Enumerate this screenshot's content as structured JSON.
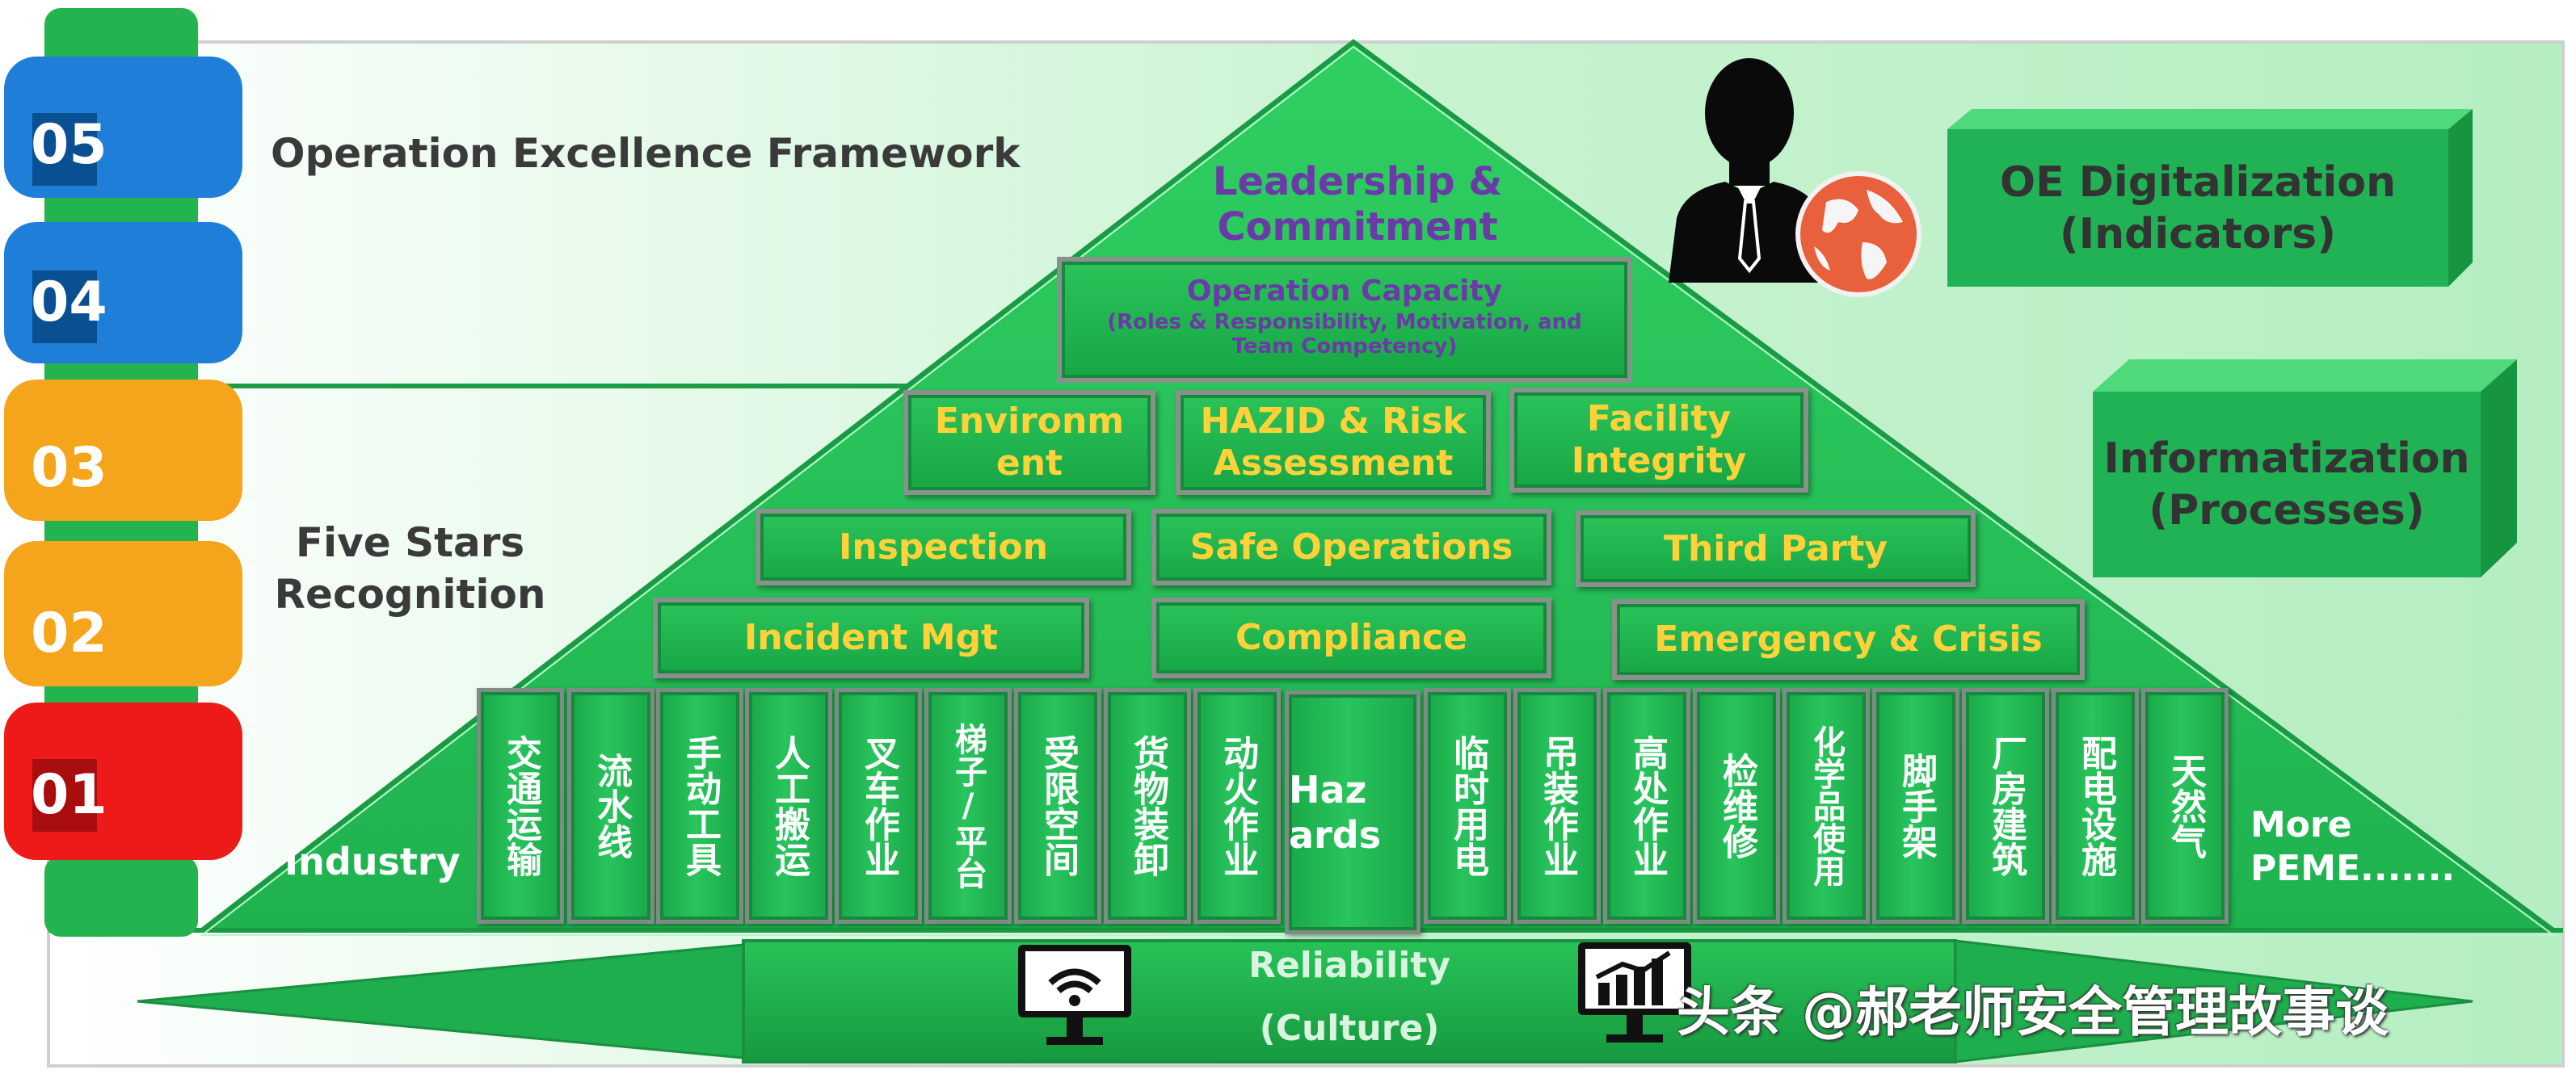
{
  "header": {
    "title": "Operation Excellence Framework",
    "recognition_label": "Five Stars Recognition"
  },
  "pyramid": {
    "apex": "Leadership & Commitment",
    "capacity": {
      "title": "Operation Capacity",
      "subtitle": "(Roles & Responsibility, Motivation, and Team Competency)"
    },
    "programs_row1": [
      "Environm ent",
      "HAZID & Risk Assessment",
      "Facility Integrity"
    ],
    "programs_row2": [
      "Inspection",
      "Safe Operations",
      "Third Party"
    ],
    "programs_row3": [
      "Incident Mgt",
      "Compliance",
      "Emergency & Crisis"
    ],
    "industry_label": "Industry",
    "more_label": "More PEME.......",
    "hazards_label": "Haz ards",
    "pillars_left": [
      "交通运输",
      "流水线",
      "手动工具",
      "人工搬运",
      "叉车作业",
      "梯子/平台",
      "受限空间",
      "货物装卸",
      "动火作业"
    ],
    "pillars_right": [
      "临时用电",
      "吊装作业",
      "高处作业",
      "检维修",
      "化学品使用",
      "脚手架",
      "厂房建筑",
      "配电设施",
      "天然气"
    ],
    "base_line1": "Reliability",
    "base_line2": "(Culture)"
  },
  "right_panel": {
    "oe_digitalization": "OE Digitalization (Indicators)",
    "informatization": "Informatization (Processes)"
  },
  "stack": {
    "levels": [
      {
        "label": "05",
        "color": "#1f7fd8"
      },
      {
        "label": "04",
        "color": "#1f7fd8"
      },
      {
        "label": "03",
        "color": "#f5a51b"
      },
      {
        "label": "02",
        "color": "#f5a51b"
      },
      {
        "label": "01",
        "color": "#ee1a1a"
      }
    ],
    "connector_color": "#23b34f"
  },
  "watermark": "头条 @郝老师安全管理故事谈",
  "icons": [
    "person-icon",
    "globe-icon",
    "wifi-monitor-icon",
    "chart-monitor-icon"
  ]
}
